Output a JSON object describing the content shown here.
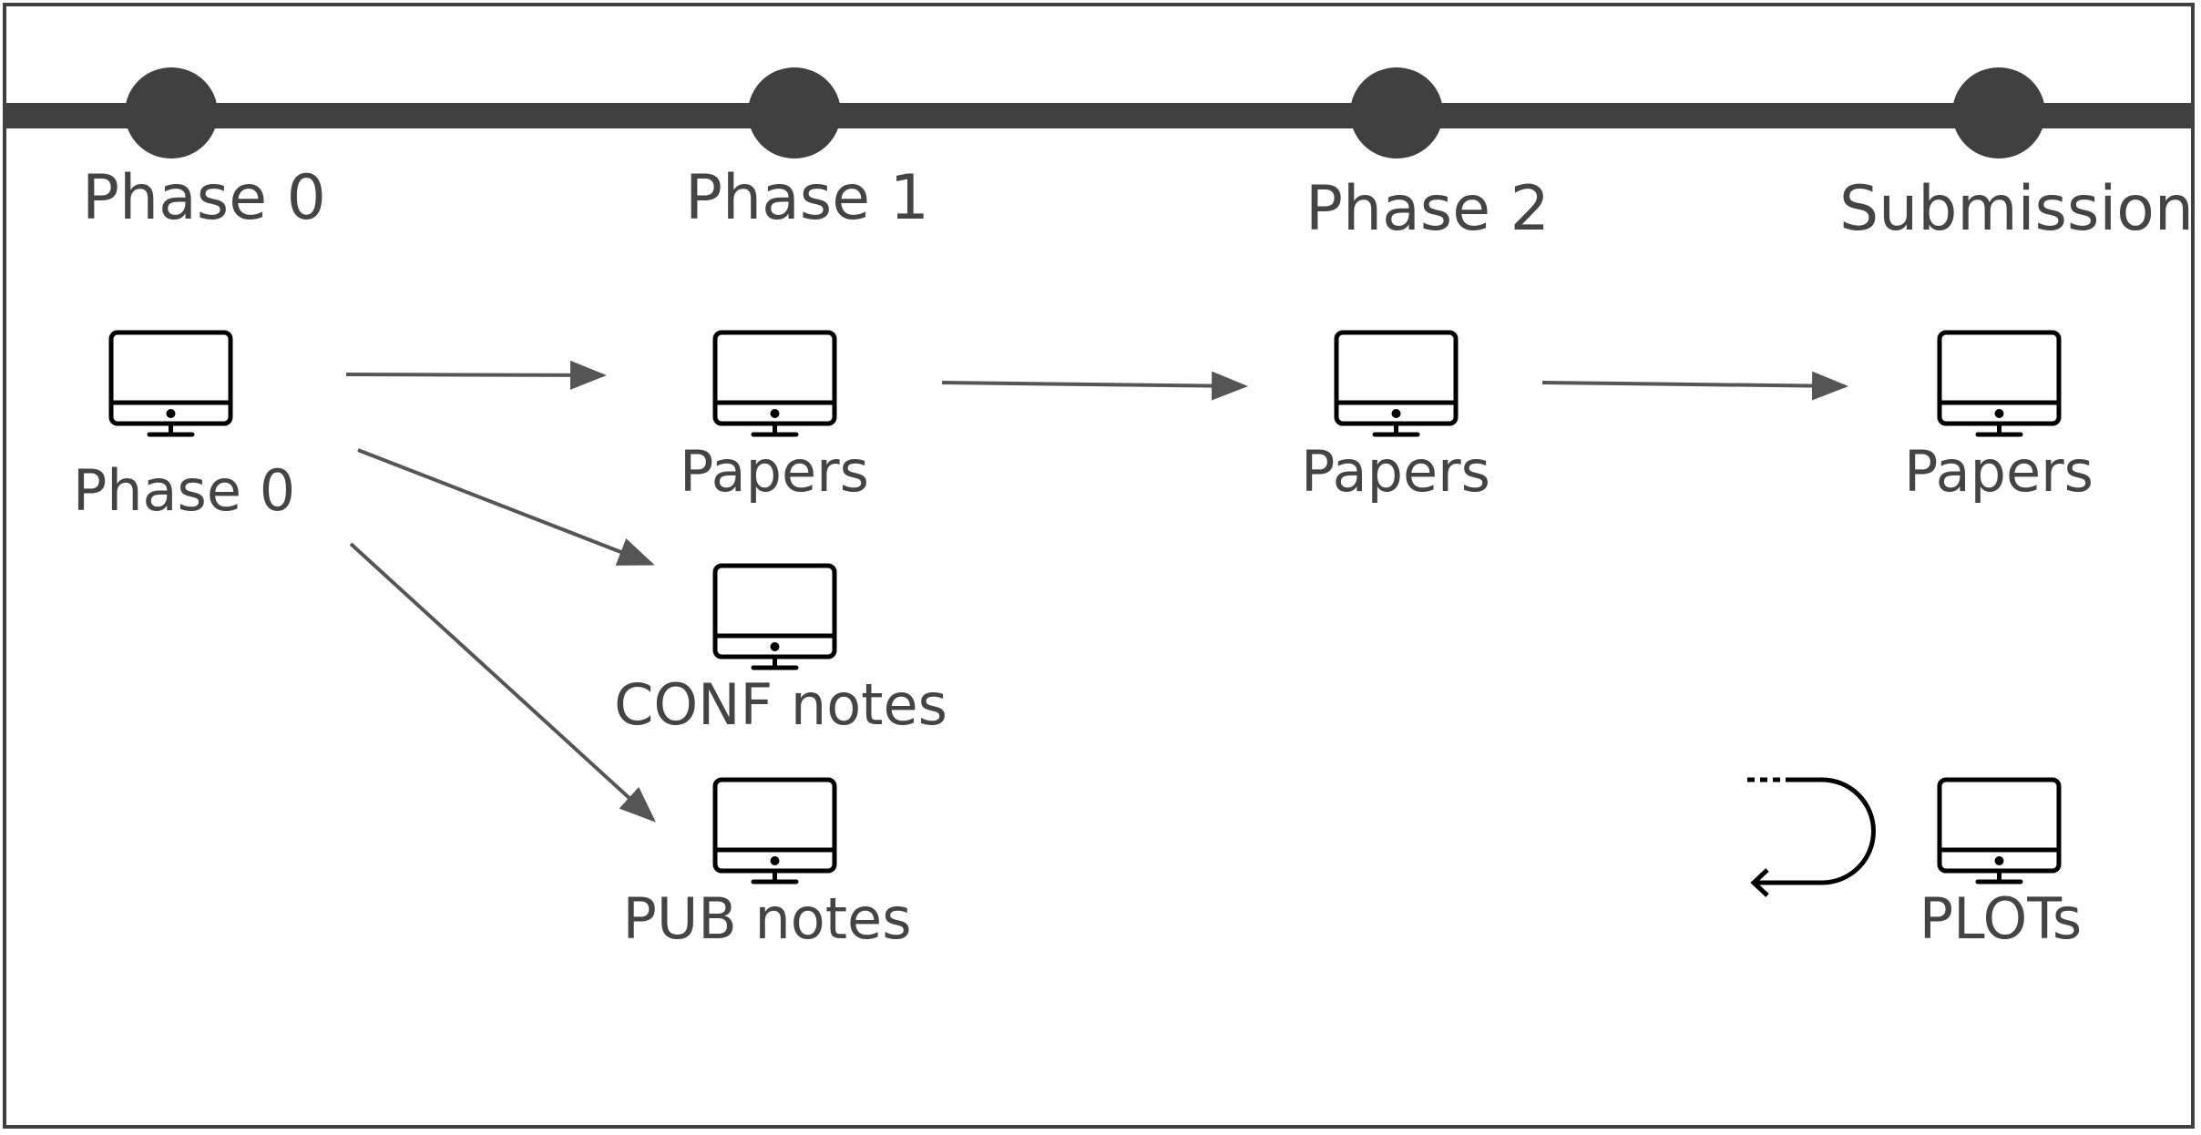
{
  "timeline": {
    "phases": [
      {
        "label": "Phase 0"
      },
      {
        "label": "Phase 1"
      },
      {
        "label": "Phase 2"
      },
      {
        "label": "Submission"
      }
    ]
  },
  "nodes": {
    "phase0": {
      "label": "Phase 0",
      "icon": "computer-monitor-icon"
    },
    "papers1": {
      "label": "Papers",
      "icon": "computer-monitor-icon"
    },
    "conf_notes": {
      "label": "CONF notes",
      "icon": "computer-monitor-icon"
    },
    "pub_notes": {
      "label": "PUB notes",
      "icon": "computer-monitor-icon"
    },
    "papers2": {
      "label": "Papers",
      "icon": "computer-monitor-icon"
    },
    "papers3": {
      "label": "Papers",
      "icon": "computer-monitor-icon"
    },
    "plots": {
      "label": "PLOTs",
      "icon": "computer-monitor-icon"
    }
  },
  "colors": {
    "timeline": "#404040",
    "arrow": "#555555",
    "text": "#444444",
    "icon": "#000000"
  }
}
